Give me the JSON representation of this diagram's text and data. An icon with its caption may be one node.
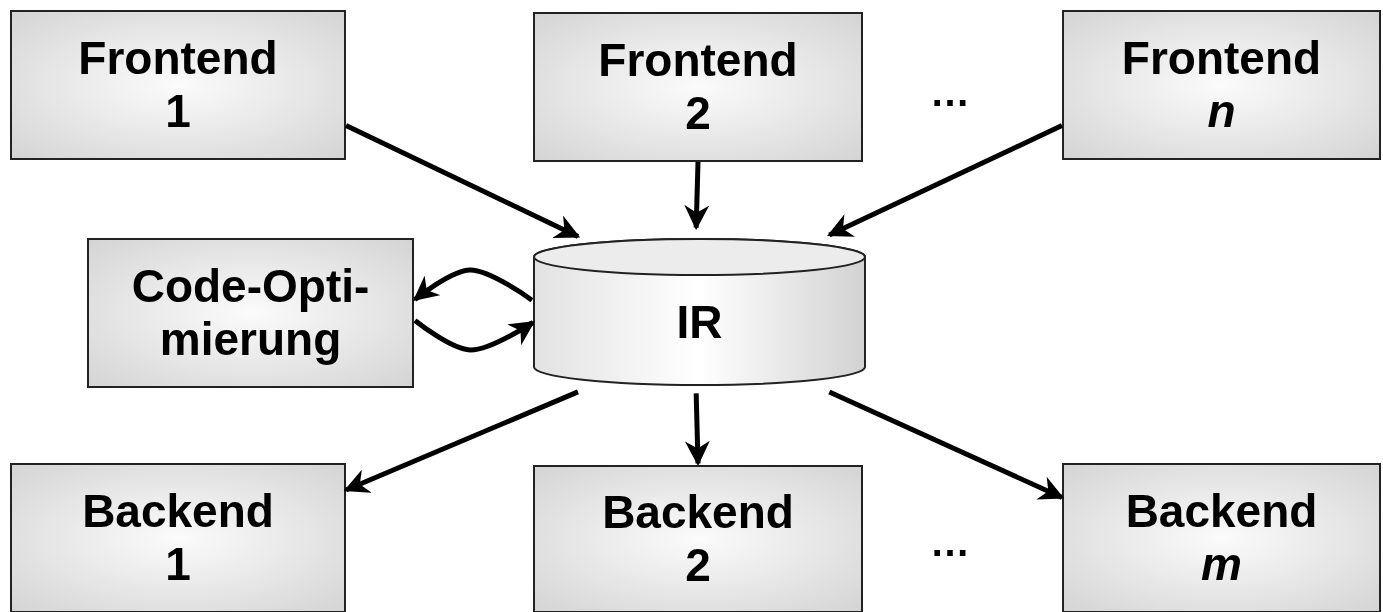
{
  "diagram": {
    "nodes": [
      {
        "text": [
          "Frontend 1"
        ]
      },
      {
        "text": [
          "Frontend 2"
        ]
      },
      {
        "text": [
          "Frontend *n*"
        ]
      },
      {
        "text": [
          "Code-Opti- mierung"
        ]
      },
      {
        "text": [
          "IR"
        ]
      },
      {
        "text": [
          "Backend 1"
        ]
      },
      {
        "text": [
          "Backend 2"
        ]
      },
      {
        "text": [
          "Backend *m*"
        ]
      }
    ],
    "edges": [
      {
        "from": 0,
        "to": 4,
        "arrow": "to"
      },
      {
        "from": 1,
        "to": 4,
        "arrow": "to"
      },
      {
        "from": 2,
        "to": 4,
        "arrow": "to"
      },
      {
        "from": 4,
        "to": 3,
        "arrow": "to"
      },
      {
        "from": 3,
        "to": 4,
        "arrow": "to"
      },
      {
        "from": 4,
        "to": 5,
        "arrow": "to"
      },
      {
        "from": 4,
        "to": 6,
        "arrow": "to"
      },
      {
        "from": 4,
        "to": 7,
        "arrow": "to"
      }
    ],
    "labels": [
      "…",
      "…"
    ]
  }
}
